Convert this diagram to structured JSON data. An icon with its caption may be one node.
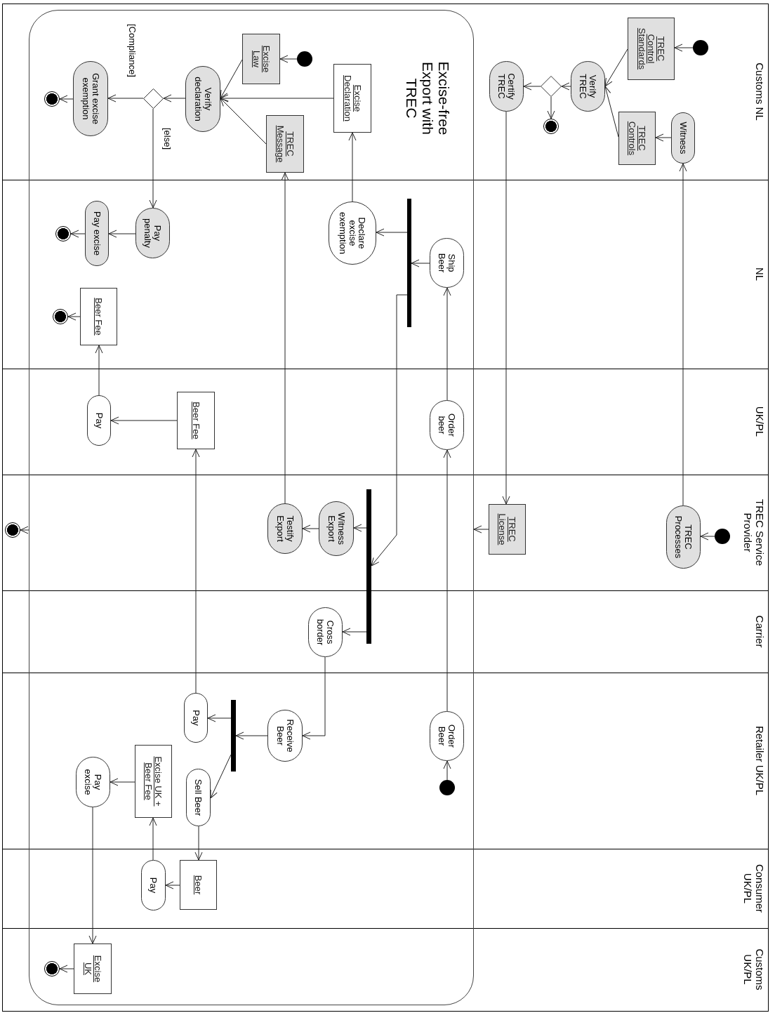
{
  "diagram": {
    "nodes": [
      {
        "text": [
          "Excise-free Export with TREC"
        ]
      },
      {
        "text": [],
        "shape": "circle"
      },
      {
        "text": [
          "TREC Control Standards"
        ]
      },
      {
        "text": [
          "Verify TREC"
        ]
      },
      {
        "text": [],
        "shape": "diamond"
      },
      {
        "text": [
          "Certify TREC"
        ]
      },
      {
        "text": [],
        "shape": "circle",
        "in": 0
      },
      {
        "text": [
          "TREC Controls"
        ]
      },
      {
        "text": [
          "Witness"
        ]
      },
      {
        "text": [],
        "shape": "circle",
        "in": 0
      },
      {
        "text": [
          "Excise Law"
        ],
        "in": 0
      },
      {
        "text": [
          "Excise Declaration"
        ],
        "in": 0
      },
      {
        "text": [
          "TREC Message"
        ],
        "in": 0
      },
      {
        "text": [
          "Verify declaration"
        ],
        "in": 0
      },
      {
        "text": [],
        "shape": "diamond",
        "in": 0
      },
      {
        "text": [
          "Grant excise exemption"
        ],
        "in": 0
      },
      {
        "text": [],
        "shape": "circle"
      },
      {
        "text": [
          "Declare excise exemption"
        ],
        "in": 0
      },
      {
        "text": [
          "Ship Beer"
        ],
        "in": 0
      },
      {
        "text": [],
        "shape": "bar",
        "in": 0
      },
      {
        "text": [
          "Pay penalty"
        ],
        "in": 0
      },
      {
        "text": [
          "Pay excise"
        ],
        "in": 0
      },
      {
        "text": [],
        "shape": "circle",
        "in": 0
      },
      {
        "text": [
          "Beer Fee"
        ],
        "in": 0
      },
      {
        "text": [],
        "shape": "circle",
        "in": 0
      },
      {
        "text": [
          "Order beer"
        ],
        "in": 0
      },
      {
        "text": [
          "Beer Fee"
        ],
        "in": 0
      },
      {
        "text": [
          "Pay"
        ],
        "in": 0
      },
      {
        "text": [],
        "shape": "circle"
      },
      {
        "text": [
          "TREC Processes"
        ]
      },
      {
        "text": [
          "TREC License"
        ]
      },
      {
        "text": [],
        "shape": "bar",
        "in": 0
      },
      {
        "text": [
          "Witness Export"
        ],
        "in": 0
      },
      {
        "text": [
          "Testify Export"
        ],
        "in": 0
      },
      {
        "text": [],
        "shape": "circle"
      },
      {
        "text": [
          "Cross border"
        ],
        "in": 0
      },
      {
        "text": [
          "Order Beer"
        ],
        "in": 0
      },
      {
        "text": [],
        "shape": "circle",
        "in": 0
      },
      {
        "text": [
          "Receive Beer"
        ],
        "in": 0
      },
      {
        "text": [],
        "shape": "bar",
        "in": 0
      },
      {
        "text": [
          "Pay"
        ],
        "in": 0
      },
      {
        "text": [
          "Sell Beer"
        ],
        "in": 0
      },
      {
        "text": [
          "Excise UK + Beer Fee"
        ],
        "in": 0
      },
      {
        "text": [
          "Pay excise"
        ],
        "in": 0
      },
      {
        "text": [
          "Beer"
        ],
        "in": 0
      },
      {
        "text": [
          "Pay"
        ],
        "in": 0
      },
      {
        "text": [
          "Excise UK"
        ],
        "in": 0
      },
      {
        "text": [],
        "shape": "circle",
        "in": 0
      }
    ],
    "edges": [
      {
        "from": 1,
        "to": 2,
        "arrow": "to"
      },
      {
        "from": 2,
        "to": 3,
        "arrow": "to"
      },
      {
        "from": 7,
        "to": 3,
        "arrow": "to"
      },
      {
        "from": 3,
        "to": 4,
        "arrow": "to"
      },
      {
        "from": 4,
        "to": 5,
        "arrow": "to"
      },
      {
        "from": 4,
        "to": 16,
        "arrow": "to"
      },
      {
        "from": 8,
        "to": 7,
        "arrow": "to"
      },
      {
        "from": 29,
        "to": 8,
        "arrow": "to"
      },
      {
        "from": 34,
        "to": 29,
        "arrow": "to"
      },
      {
        "from": 5,
        "to": 30,
        "arrow": "to"
      },
      {
        "from": 30,
        "to": 0,
        "arrow": "to"
      },
      {
        "from": 0,
        "to": 28,
        "arrow": "to"
      },
      {
        "from": 9,
        "to": 10,
        "arrow": "to"
      },
      {
        "from": 10,
        "to": 13,
        "arrow": "to"
      },
      {
        "from": 11,
        "to": 13,
        "arrow": "to"
      },
      {
        "from": 12,
        "to": 13,
        "arrow": "to"
      },
      {
        "from": 13,
        "to": 14,
        "arrow": "to"
      },
      {
        "from": 14,
        "to": 15,
        "arrow": "to",
        "label": "[Compliance]"
      },
      {
        "from": 14,
        "to": 20,
        "arrow": "to",
        "label": "[else]"
      },
      {
        "from": 15,
        "to": 6,
        "arrow": "to"
      },
      {
        "from": 17,
        "to": 11,
        "arrow": "to"
      },
      {
        "from": 33,
        "to": 12,
        "arrow": "to"
      },
      {
        "from": 18,
        "to": 19,
        "arrow": "to"
      },
      {
        "from": 19,
        "to": 17,
        "arrow": "to"
      },
      {
        "from": 19,
        "to": 31,
        "arrow": "to"
      },
      {
        "from": 20,
        "to": 21,
        "arrow": "to"
      },
      {
        "from": 21,
        "to": 22,
        "arrow": "to"
      },
      {
        "from": 23,
        "to": 24,
        "arrow": "to"
      },
      {
        "from": 25,
        "to": 18,
        "arrow": "to"
      },
      {
        "from": 26,
        "to": 27,
        "arrow": "to"
      },
      {
        "from": 27,
        "to": 23,
        "arrow": "to"
      },
      {
        "from": 31,
        "to": 32,
        "arrow": "to"
      },
      {
        "from": 32,
        "to": 33,
        "arrow": "to"
      },
      {
        "from": 31,
        "to": 35,
        "arrow": "to"
      },
      {
        "from": 35,
        "to": 38,
        "arrow": "to"
      },
      {
        "from": 36,
        "to": 25,
        "arrow": "to"
      },
      {
        "from": 37,
        "to": 36,
        "arrow": "to"
      },
      {
        "from": 38,
        "to": 39,
        "arrow": "to"
      },
      {
        "from": 39,
        "to": 40,
        "arrow": "to"
      },
      {
        "from": 39,
        "to": 41,
        "arrow": "to"
      },
      {
        "from": 40,
        "to": 26,
        "arrow": "to"
      },
      {
        "from": 41,
        "to": 44,
        "arrow": "to"
      },
      {
        "from": 44,
        "to": 45,
        "arrow": "to"
      },
      {
        "from": 45,
        "to": 42,
        "arrow": "to"
      },
      {
        "from": 42,
        "to": 43,
        "arrow": "to"
      },
      {
        "from": 43,
        "to": 46,
        "arrow": "to"
      },
      {
        "from": 46,
        "to": 47,
        "arrow": "to"
      }
    ],
    "labels": [
      "Customs NL",
      "NL",
      "UK/PL",
      "TREC Service Provider",
      "Carrier",
      "Retailer UK/PL",
      "Consumer UK/PL",
      "Customs UK/PL"
    ]
  }
}
